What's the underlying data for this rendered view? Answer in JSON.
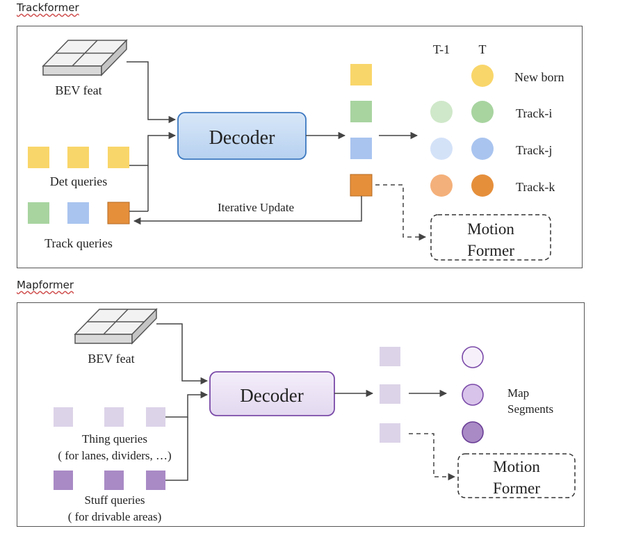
{
  "trackformer": {
    "title": "Trackformer",
    "bev_label": "BEV feat",
    "decoder_label": "Decoder",
    "det_queries_label": "Det queries",
    "track_queries_label": "Track queries",
    "iterative_update_label": "Iterative Update",
    "motion_former_line1": "Motion",
    "motion_former_line2": "Former",
    "col_prev": "T-1",
    "col_curr": "T",
    "rows": [
      {
        "label": "New born"
      },
      {
        "label": "Track-i"
      },
      {
        "label": "Track-j"
      },
      {
        "label": "Track-k"
      }
    ]
  },
  "mapformer": {
    "title": "Mapformer",
    "bev_label": "BEV feat",
    "decoder_label": "Decoder",
    "thing_queries_line1": "Thing queries",
    "thing_queries_line2": "( for lanes, dividers, …)",
    "stuff_queries_line1": "Stuff queries",
    "stuff_queries_line2": "( for drivable areas)",
    "map_segments_line1": "Map",
    "map_segments_line2": "Segments",
    "motion_former_line1": "Motion",
    "motion_former_line2": "Former"
  },
  "colors": {
    "yellow": "#f9d66a",
    "green": "#a8d4a0",
    "blue": "#a9c4ef",
    "orange": "#e58f3b",
    "decoder_blue_fill": "#c6dcf5",
    "decoder_blue_stroke": "#3c78c0",
    "lavender_light": "#dcd3e8",
    "lavender_dark": "#a98ac5",
    "decoder_purple_fill": "#ece4f5",
    "decoder_purple_stroke": "#7a4aa8"
  }
}
